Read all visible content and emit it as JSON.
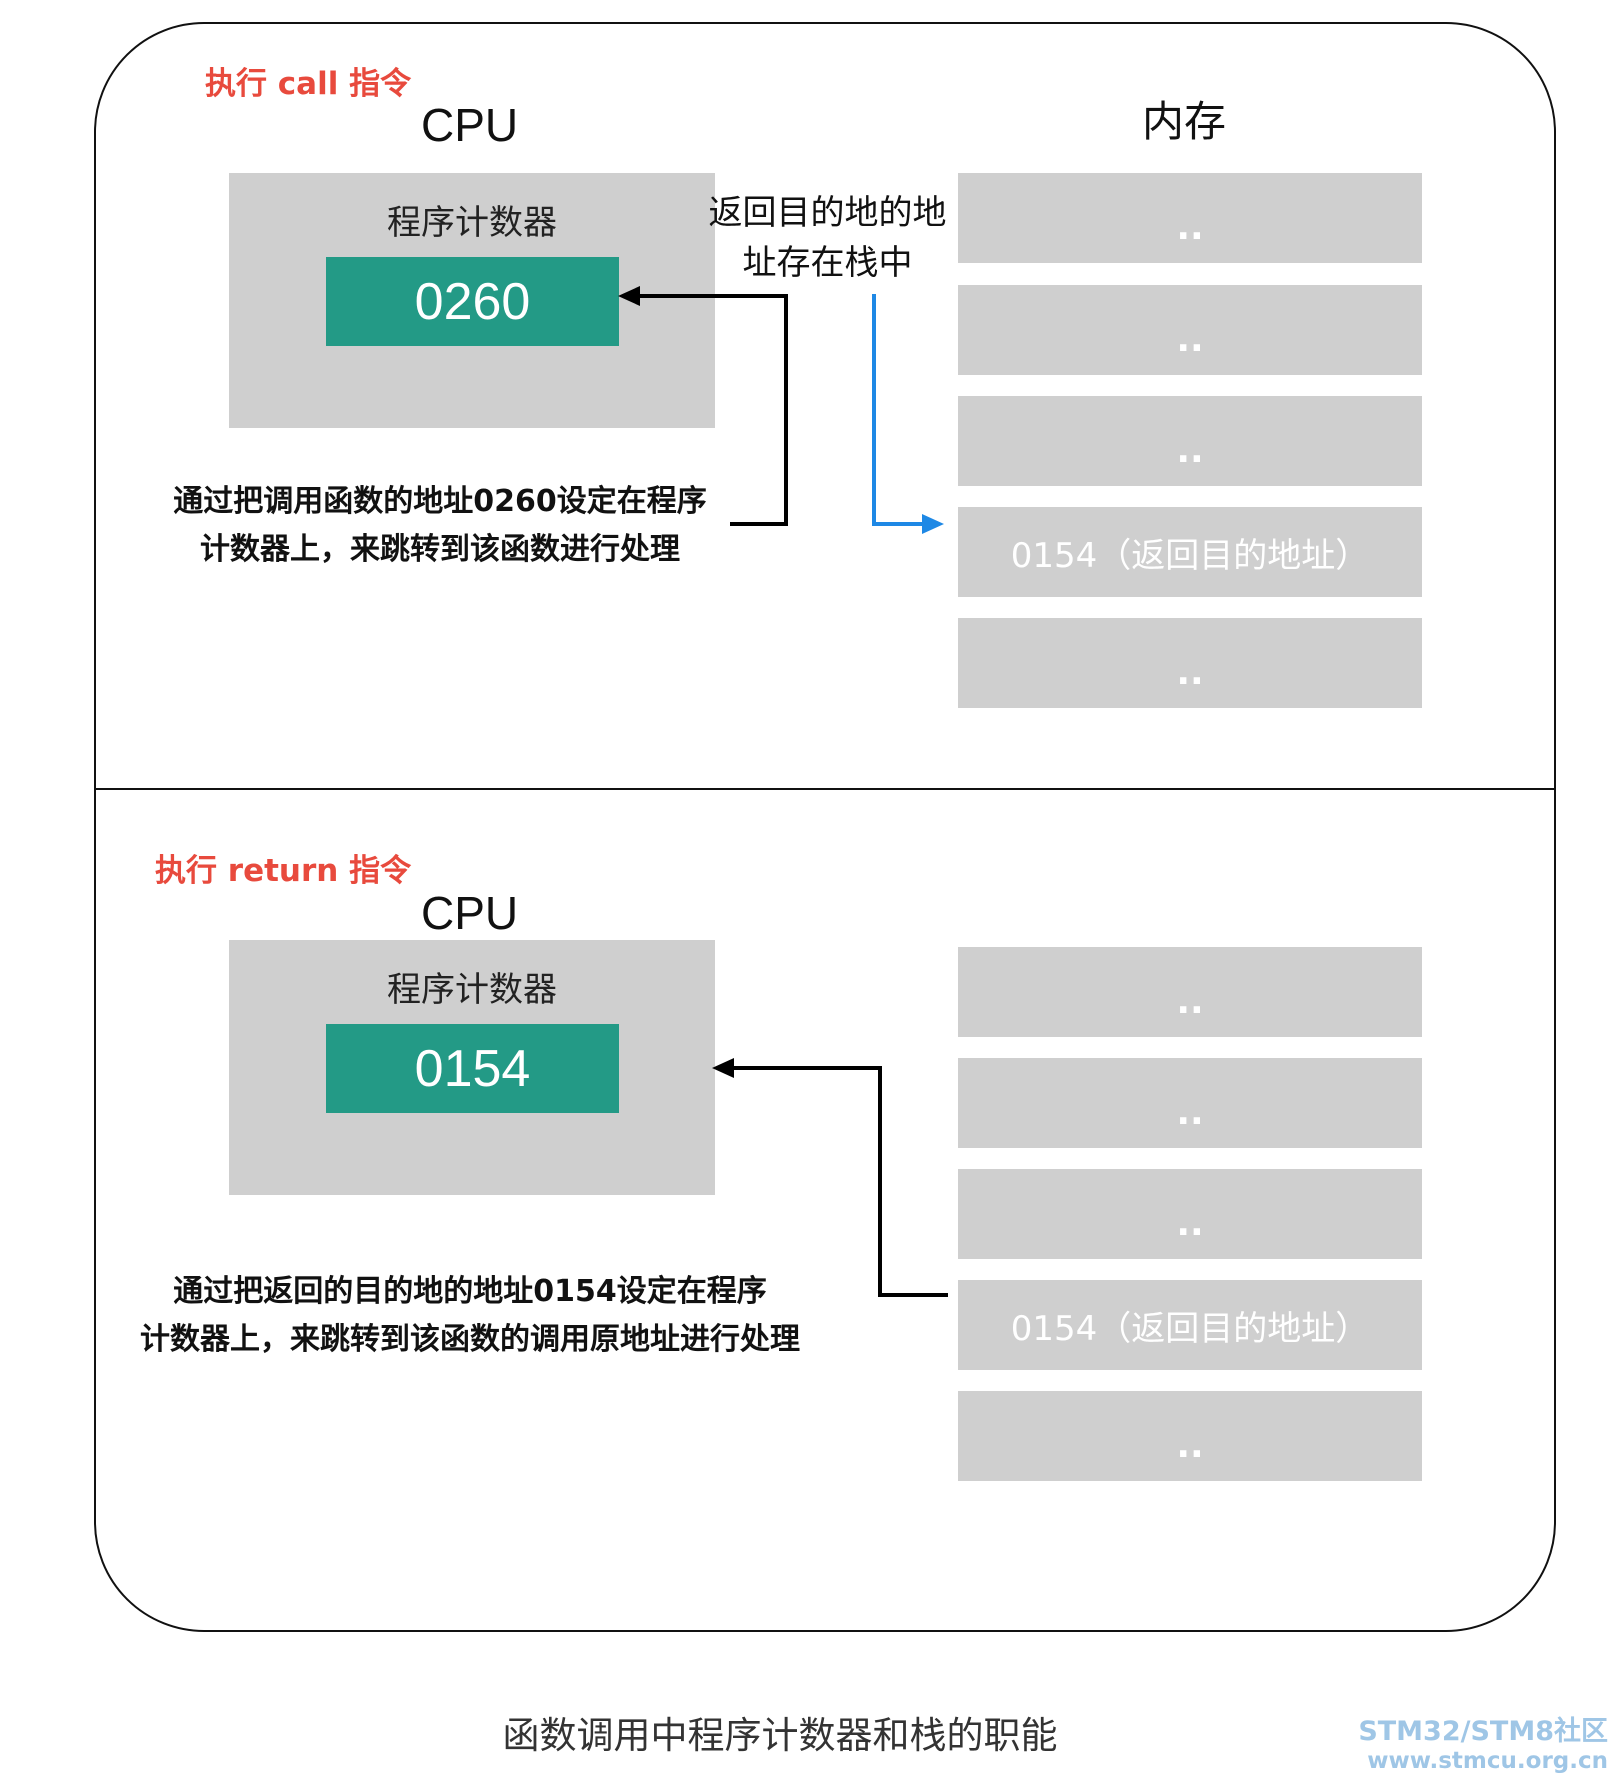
{
  "top_section": {
    "mode_label": "执行 call 指令",
    "cpu_title": "CPU",
    "pc_label": "程序计数器",
    "pc_value": "0260",
    "memory_title": "内存",
    "memory_cells": [
      "..",
      "..",
      "..",
      "0154（返回目的地址）",
      ".."
    ],
    "stack_note_line1": "返回目的地的地",
    "stack_note_line2": "址存在栈中",
    "jump_note_line1": "通过把调用函数的地址0260设定在程序",
    "jump_note_line2": "计数器上，来跳转到该函数进行处理"
  },
  "bottom_section": {
    "mode_label": "执行 return 指令",
    "cpu_title": "CPU",
    "pc_label": "程序计数器",
    "pc_value": "0154",
    "memory_cells": [
      "..",
      "..",
      "..",
      "0154（返回目的地址）",
      ".."
    ],
    "return_note_line1": "通过把返回的目的地的地址0154设定在程序",
    "return_note_line2": "计数器上，来跳转到该函数的调用原地址进行处理"
  },
  "caption": "函数调用中程序计数器和栈的职能",
  "watermark": {
    "line1": "STM32/STM8社区",
    "line2": "www.stmcu.org.cn"
  },
  "colors": {
    "mode_label": "#e84a3d",
    "register": "#239a86",
    "box_gray": "#cfcfcf",
    "stack_arrow": "#1e88e5",
    "watermark": "#9fc6e6"
  }
}
